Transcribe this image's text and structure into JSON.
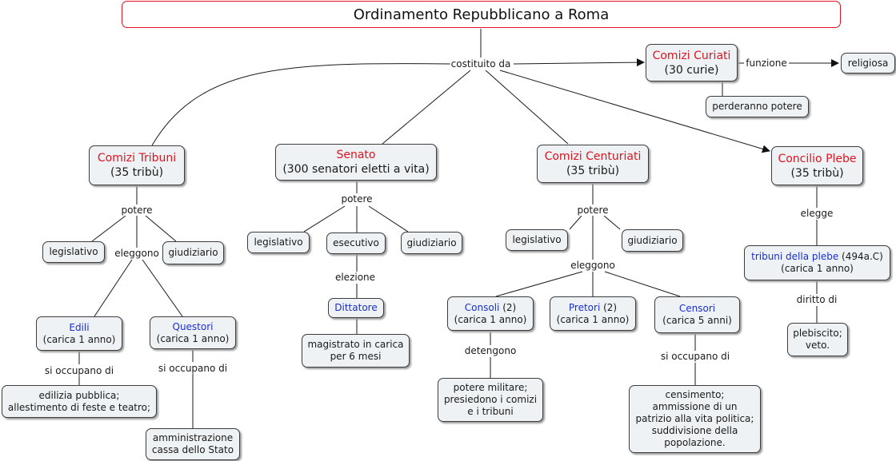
{
  "title": "Ordinamento Repubblicano a Roma",
  "links": {
    "costituito_da": "costituito da",
    "funzione": "funzione",
    "potere_tribuni": "potere",
    "eleggono_tribuni": "eleggono",
    "si_occupano_edili": "si occupano di",
    "si_occupano_questori": "si occupano di",
    "potere_senato": "potere",
    "elezione": "elezione",
    "potere_centuriati": "potere",
    "eleggono_centuriati": "eleggono",
    "detengono": "detengono",
    "si_occupano_censori": "si occupano di",
    "elegge": "elegge",
    "diritto_di": "diritto di"
  },
  "nodes": {
    "comizi_curiati": {
      "name": "Comizi Curiati",
      "detail": "(30 curie)"
    },
    "religiosa": "religiosa",
    "perderanno_potere": "perderanno potere",
    "comizi_tribuni": {
      "name": "Comizi Tribuni",
      "detail": "(35 tribù)"
    },
    "senato": {
      "name": "Senato",
      "detail": "(300 senatori eletti a vita)"
    },
    "comizi_centuriati": {
      "name": "Comizi Centuriati",
      "detail": "(35 tribù)"
    },
    "concilio_plebe": {
      "name": "Concilio Plebe",
      "detail": "(35 tribù)"
    },
    "legislativo_tribuni": "legislativo",
    "giudiziario_tribuni": "giudiziario",
    "edili": {
      "name": "Edili",
      "detail": "(carica 1 anno)"
    },
    "questori": {
      "name": "Questori",
      "detail": "(carica 1 anno)"
    },
    "edilizia": {
      "line1": "edilizia pubblica;",
      "line2": "allestimento di feste e teatro;"
    },
    "amministrazione": {
      "line1": "amministrazione",
      "line2": "cassa dello Stato"
    },
    "legislativo_senato": "legislativo",
    "esecutivo": "esecutivo",
    "giudiziario_senato": "giudiziario",
    "dittatore": "Dittatore",
    "magistrato": {
      "line1": "magistrato in carica",
      "line2": "per 6 mesi"
    },
    "legislativo_centuriati": "legislativo",
    "giudiziario_centuriati": "giudiziario",
    "consoli": {
      "name": "Consoli",
      "count": " (2)",
      "detail": "(carica 1 anno)"
    },
    "pretori": {
      "name": "Pretori",
      "count": " (2)",
      "detail": "(carica 1 anno)"
    },
    "censori": {
      "name": "Censori",
      "detail": "(carica 5 anni)"
    },
    "potere_militare": {
      "line1": "potere militare;",
      "line2": "presiedono i comizi",
      "line3": "e i tribuni"
    },
    "censimento": {
      "line1": "censimento;",
      "line2": "ammissione di un",
      "line3": "patrizio alla vita politica;",
      "line4": "suddivisione della",
      "line5": "popolazione."
    },
    "tribuni_plebe": {
      "name": "tribuni della plebe",
      "year": " (494a.C)",
      "detail": "(carica 1 anno)"
    },
    "plebiscito": {
      "line1": "plebiscito;",
      "line2": "veto."
    }
  },
  "colors": {
    "title_border": "#e0141e",
    "assembly_name": "#e0141e",
    "magistrate_name": "#1a2fd0",
    "node_fill": "#eef2f5",
    "link_line": "#1a1a1a"
  }
}
